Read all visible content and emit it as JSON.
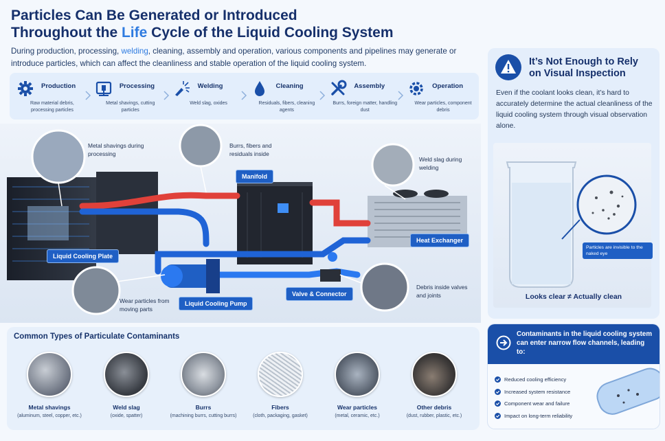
{
  "header": {
    "title_line1": "Particles Can Be Generated or Introduced",
    "title_line2_a": "Throughout the ",
    "title_line2_hl": "Life",
    "title_line2_b": " Cycle of the Liquid Cooling System",
    "subtitle_a": "During production, processing, ",
    "subtitle_hl": "welding",
    "subtitle_b": ", cleaning, assembly and operation, various components and pipelines may generate or introduce particles, which can affect the cleanliness and stable operation of the liquid cooling system."
  },
  "steps": [
    {
      "name": "Production",
      "desc": "Raw material debris, processing particles",
      "icon": "gear-icon"
    },
    {
      "name": "Processing",
      "desc": "Metal shavings, cutting particles",
      "icon": "machine-icon"
    },
    {
      "name": "Welding",
      "desc": "Weld slag, oxides",
      "icon": "welding-torch-icon"
    },
    {
      "name": "Cleaning",
      "desc": "Residuals, fibers, cleaning agents",
      "icon": "droplet-icon"
    },
    {
      "name": "Assembly",
      "desc": "Burrs, foreign matter, handling dust",
      "icon": "wrench-icon"
    },
    {
      "name": "Operation",
      "desc": "Wear particles, component debris",
      "icon": "cog-icon"
    }
  ],
  "diagram": {
    "callouts": {
      "metal": "Metal shavings during processing",
      "burrs": "Burrs, fibers and residuals inside",
      "weld": "Weld slag during welding",
      "wear": "Wear particles from moving parts",
      "debris": "Debris inside valves and joints"
    },
    "labels": {
      "plate": "Liquid Cooling Plate",
      "manifold": "Manifold",
      "heat": "Heat Exchanger",
      "pump": "Liquid Cooling Pump",
      "valve": "Valve & Connector"
    }
  },
  "contaminants": {
    "title": "Common Types of Particulate Contaminants",
    "items": [
      {
        "name": "Metal shavings",
        "sub": "(aluminum, steel, copper, etc.)"
      },
      {
        "name": "Weld slag",
        "sub": "(oxide, spatter)"
      },
      {
        "name": "Burrs",
        "sub": "(machining burrs, cutting burrs)"
      },
      {
        "name": "Fibers",
        "sub": "(cloth, packaging, gasket)"
      },
      {
        "name": "Wear particles",
        "sub": "(metal, ceramic, etc.)"
      },
      {
        "name": "Other debris",
        "sub": "(dust, rubber, plastic, etc.)"
      }
    ]
  },
  "right_panel": {
    "title_line1": "It’s Not Enough to Rely",
    "title_line2": "on Visual Inspection",
    "text": "Even if the coolant looks clean, it’s hard to accurately determine the actual cleanliness of the liquid cooling system through visual observation alone.",
    "invisible_label": "Particles are invisible to the naked eye",
    "caption": "Looks clear ≠ Actually clean"
  },
  "bottom_panel": {
    "head": "Contaminants in the liquid cooling system can enter narrow flow channels, leading to:",
    "items": [
      "Reduced cooling efficiency",
      "Increased system resistance",
      "Component wear and failure",
      "Impact on long-term reliability"
    ]
  },
  "colors": {
    "navy": "#16306b",
    "accent": "#2e7be0",
    "badge": "#1f5fc4",
    "hot_pipe": "#e0413a",
    "cold_pipe": "#1f63d6"
  }
}
